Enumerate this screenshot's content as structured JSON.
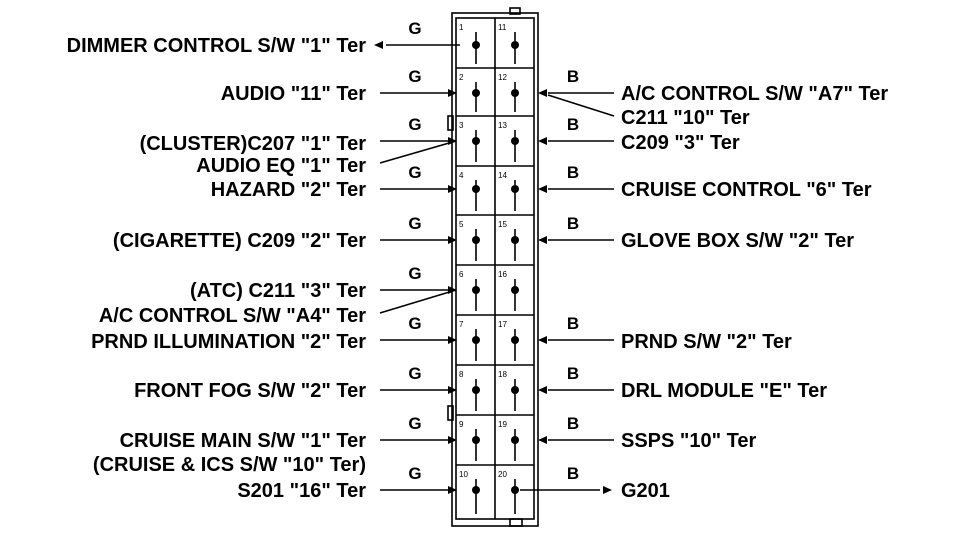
{
  "connector": {
    "pins_left": [
      "1",
      "2",
      "3",
      "4",
      "5",
      "6",
      "7",
      "8",
      "9",
      "10"
    ],
    "pins_right": [
      "11",
      "12",
      "13",
      "14",
      "15",
      "16",
      "17",
      "18",
      "19",
      "20"
    ]
  },
  "left_labels": [
    "DIMMER CONTROL S/W \"1\" Ter",
    "AUDIO \"11\" Ter",
    "(CLUSTER)C207 \"1\" Ter",
    "AUDIO EQ \"1\" Ter",
    "HAZARD \"2\" Ter",
    "(CIGARETTE) C209 \"2\" Ter",
    "(ATC) C211 \"3\" Ter",
    "A/C CONTROL S/W \"A4\" Ter",
    "PRND ILLUMINATION \"2\" Ter",
    "FRONT FOG S/W \"2\" Ter",
    "CRUISE MAIN S/W \"1\" Ter",
    "(CRUISE & ICS S/W \"10\" Ter)",
    "S201 \"16\" Ter"
  ],
  "right_labels": [
    "A/C CONTROL S/W \"A7\" Ter",
    "C211 \"10\" Ter",
    "C209 \"3\" Ter",
    "CRUISE CONTROL \"6\" Ter",
    "GLOVE BOX S/W \"2\" Ter",
    "PRND S/W \"2\" Ter",
    "DRL MODULE \"E\" Ter",
    "SSPS \"10\" Ter",
    "G201"
  ],
  "wire_colors": {
    "left": [
      "G",
      "G",
      "G",
      "G",
      "G",
      "G",
      "G",
      "G",
      "G",
      "G"
    ],
    "right": [
      "B",
      "B",
      "B",
      "B",
      "B",
      "B",
      "B",
      "B"
    ]
  }
}
